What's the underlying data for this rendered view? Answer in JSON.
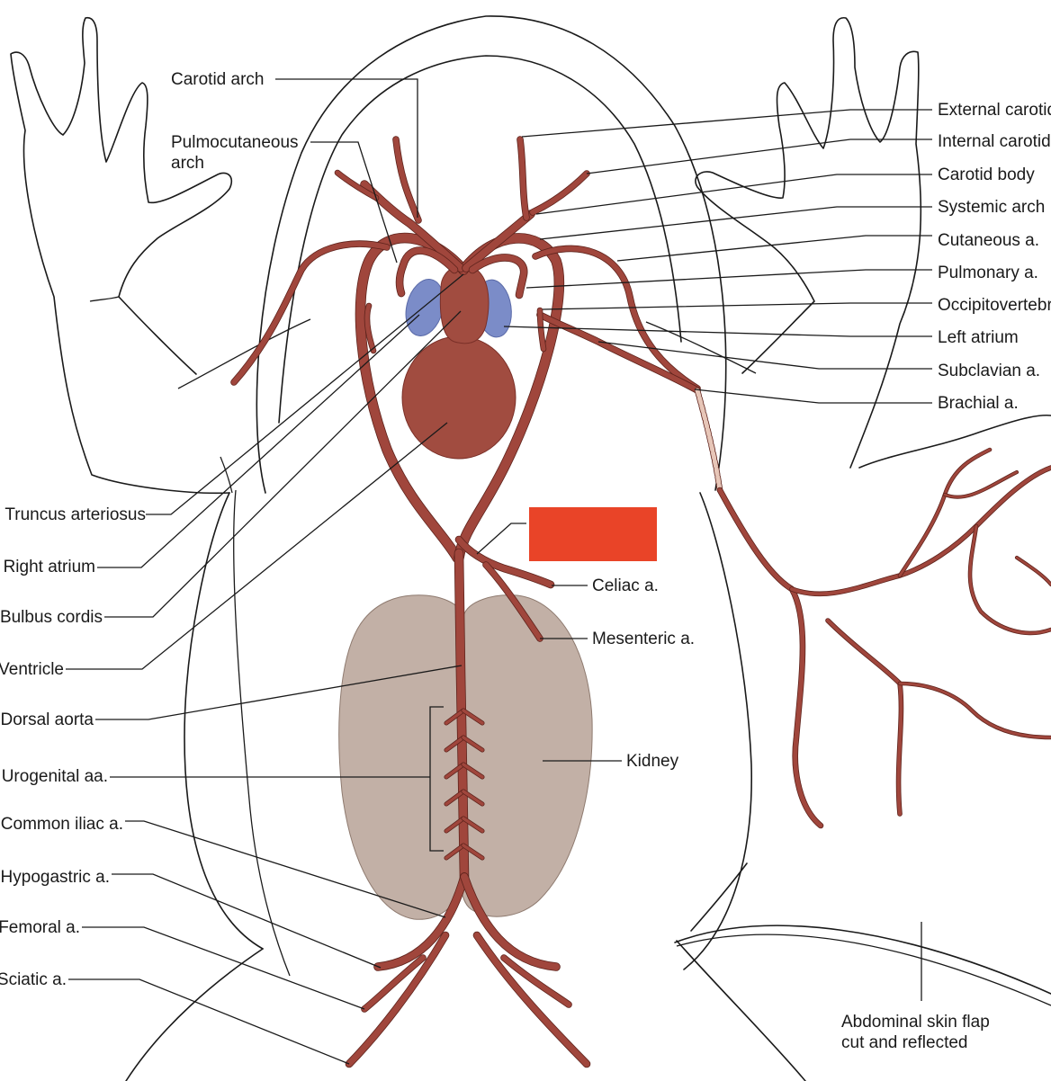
{
  "labels": {
    "carotid_arch": "Carotid arch",
    "pulmocutaneous_arch": "Pulmocutaneous\narch",
    "external_carotid": "External carotid a.",
    "internal_carotid": "Internal carotid a.",
    "carotid_body": "Carotid body",
    "systemic_arch": "Systemic arch",
    "cutaneous": "Cutaneous a.",
    "pulmonary": "Pulmonary a.",
    "occipitovertebral": "Occipitovertebral a.",
    "left_atrium": "Left atrium",
    "subclavian": "Subclavian a.",
    "brachial": "Brachial a.",
    "truncus_arteriosus": "Truncus arteriosus",
    "right_atrium": "Right atrium",
    "bulbus_cordis": "Bulbus cordis",
    "ventricle": "Ventricle",
    "dorsal_aorta": "Dorsal aorta",
    "urogenital": "Urogenital aa.",
    "common_iliac": "Common iliac a.",
    "hypogastric": "Hypogastric a.",
    "femoral": "Femoral a.",
    "sciatic": "Sciatic a.",
    "celiac": "Celiac a.",
    "mesenteric": "Mesenteric a.",
    "kidney": "Kidney",
    "abdominal_flap": "Abdominal skin flap\ncut and reflected"
  },
  "colors": {
    "artery": "#a0463c",
    "artery_light": "#e7c6b8",
    "atrium": "#7b8cc8",
    "ventricle": "#a14c40",
    "kidney": "#c2b0a6",
    "redaction": "#e94428",
    "outline": "#1a1a1a"
  }
}
